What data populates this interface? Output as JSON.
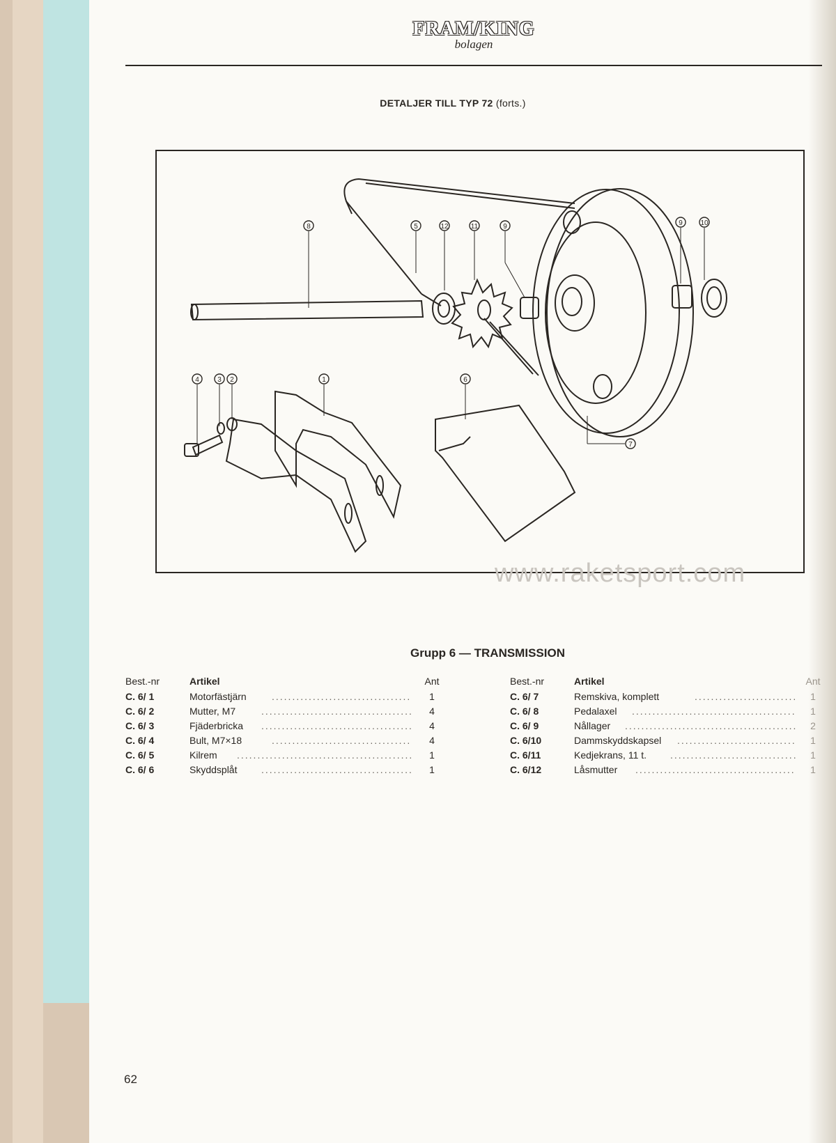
{
  "header": {
    "brand": "FRAM/KING",
    "brand_sub": "bolagen",
    "section_title_bold": "DETALJER TILL TYP 72",
    "section_title_rest": "(forts.)"
  },
  "diagram": {
    "callouts": [
      "8",
      "5",
      "12",
      "11",
      "9",
      "9",
      "10",
      "4",
      "3",
      "2",
      "1",
      "6",
      "7"
    ]
  },
  "watermark": "www.raketsport.com",
  "group_title": "Grupp 6 — TRANSMISSION",
  "parts": {
    "headers": {
      "nr": "Best.-nr",
      "article": "Artikel",
      "qty": "Ant"
    },
    "left": [
      {
        "nr": "C. 6/ 1",
        "article": "Motorfästjärn",
        "qty": "1"
      },
      {
        "nr": "C. 6/ 2",
        "article": "Mutter,  M7",
        "qty": "4"
      },
      {
        "nr": "C. 6/ 3",
        "article": "Fjäderbricka",
        "qty": "4"
      },
      {
        "nr": "C. 6/ 4",
        "article": "Bult,  M7×18",
        "qty": "4"
      },
      {
        "nr": "C. 6/ 5",
        "article": "Kilrem",
        "qty": "1"
      },
      {
        "nr": "C. 6/ 6",
        "article": "Skyddsplåt",
        "qty": "1"
      }
    ],
    "right": [
      {
        "nr": "C. 6/ 7",
        "article": "Remskiva,  komplett",
        "qty": "1"
      },
      {
        "nr": "C. 6/ 8",
        "article": "Pedalaxel",
        "qty": "1"
      },
      {
        "nr": "C. 6/ 9",
        "article": "Nållager",
        "qty": "2"
      },
      {
        "nr": "C. 6/10",
        "article": "Dammskyddskapsel",
        "qty": "1"
      },
      {
        "nr": "C. 6/11",
        "article": "Kedjekrans,  11 t.",
        "qty": "1"
      },
      {
        "nr": "C. 6/12",
        "article": "Låsmutter",
        "qty": "1"
      }
    ]
  },
  "page_number": "62"
}
